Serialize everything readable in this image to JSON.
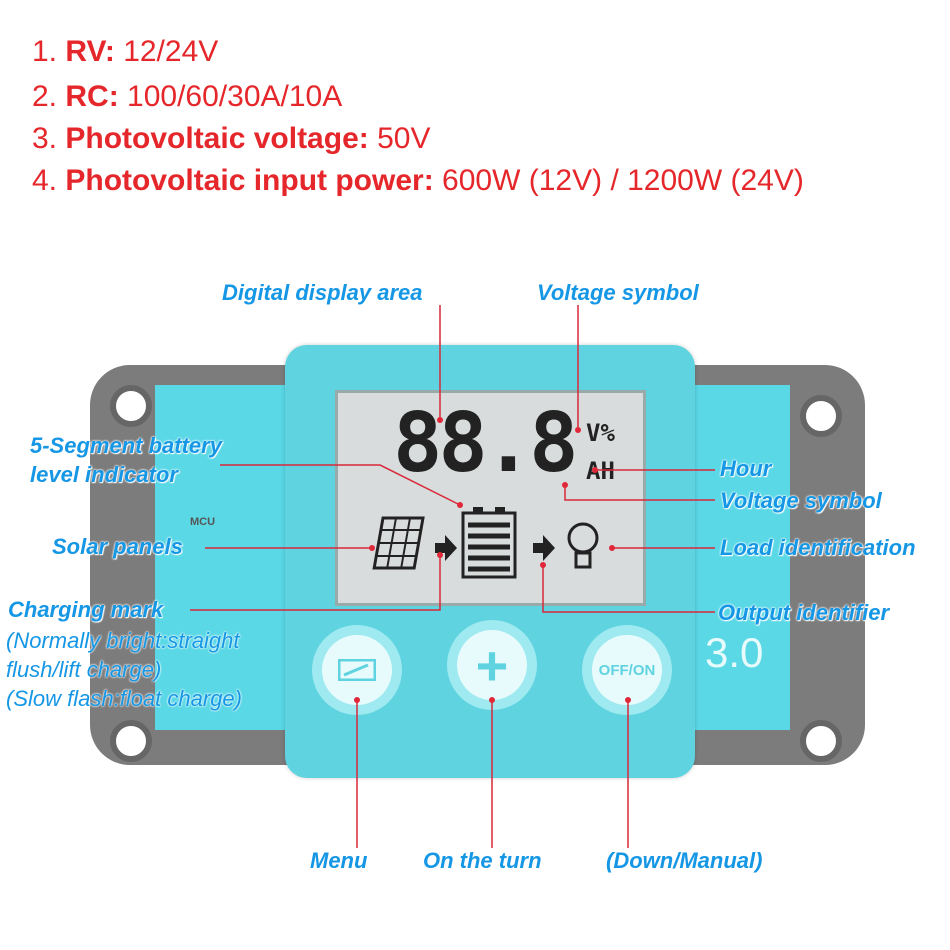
{
  "specs": [
    {
      "num": "1.",
      "key": "RV:",
      "value": "12/24V"
    },
    {
      "num": "2.",
      "key": "RC:",
      "value": "100/60/30A/10A"
    },
    {
      "num": "3.",
      "key": "Photovoltaic voltage:",
      "value": "50V"
    },
    {
      "num": "4.",
      "key": "Photovoltaic input power:",
      "value": "600W (12V) / 1200W (24V)"
    }
  ],
  "labels": {
    "digital_display": "Digital display area",
    "voltage_symbol_top": "Voltage symbol",
    "battery_indicator_1": "5-Segment battery",
    "battery_indicator_2": "level indicator",
    "hour": "Hour",
    "voltage_symbol_right": "Voltage symbol",
    "solar_panels": "Solar panels",
    "load_identification": "Load identification",
    "charging_mark": "Charging mark",
    "charging_note_1": "(Normally bright:straight",
    "charging_note_2": "flush/lift charge)",
    "charging_note_3": "(Slow flash:float charge)",
    "output_identifier": "Output identifier",
    "menu": "Menu",
    "on_the_turn": "On the turn",
    "down_manual": "(Down/Manual)"
  },
  "device": {
    "lcd_digits": "88.8",
    "unit_top": "V%",
    "unit_bottom": "AH",
    "button_plus": "+",
    "button_offon": "OFF/ON",
    "back_text_mcu": "MCU",
    "back_text_version": "3.0"
  },
  "colors": {
    "spec_text": "#e5262a",
    "label_text": "#1597e5",
    "leader_line": "#d8283a",
    "panel": "#5fd3e0"
  }
}
